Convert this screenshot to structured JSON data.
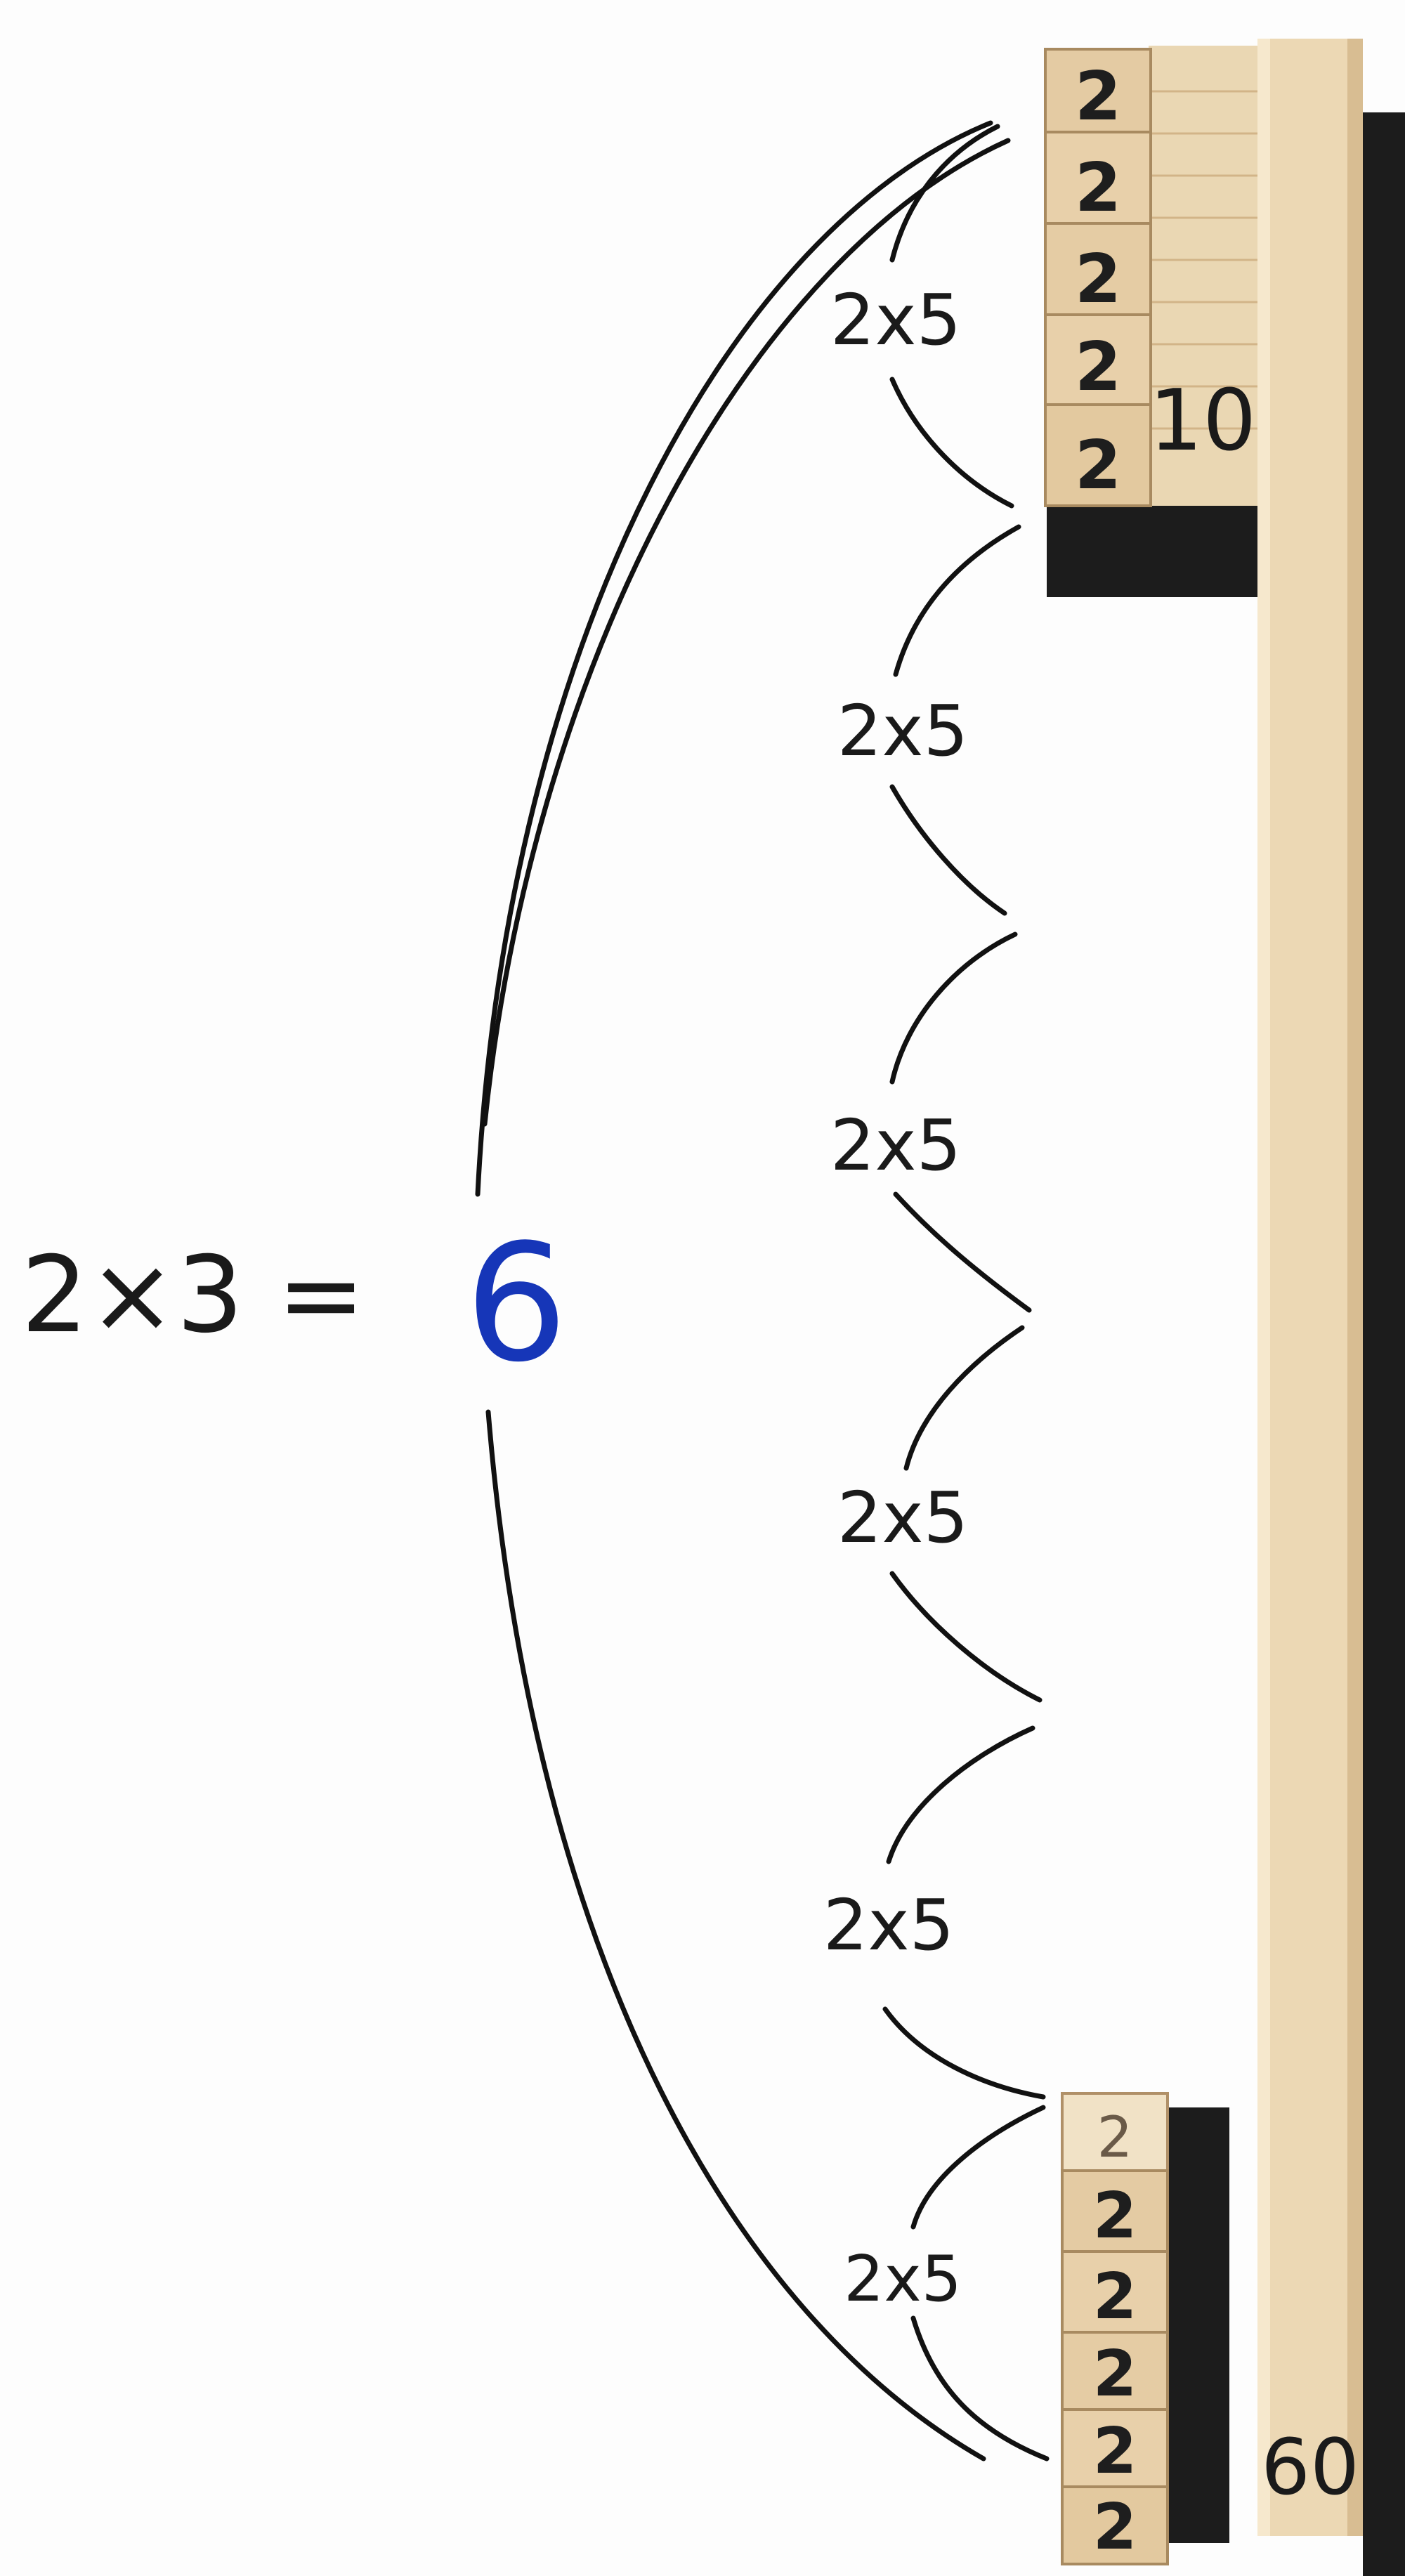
{
  "equation": {
    "left": "2×3 =",
    "result": "6",
    "result_color": "#1636b8"
  },
  "group_labels": [
    "2x5",
    "2x5",
    "2x5",
    "2x5",
    "2x5",
    "2x5"
  ],
  "top_stack": {
    "block_labels": [
      "2",
      "2",
      "2",
      "2",
      "2"
    ],
    "rod_label": "10"
  },
  "bottom_stack": {
    "block_labels": [
      "2",
      "2",
      "2",
      "2",
      "2",
      "2"
    ]
  },
  "long_rod_label": "60",
  "colors": {
    "ink": "#111111",
    "wood_light": "#efdcbc",
    "wood_mid": "#e3c99f",
    "wood_dark": "#c8a878",
    "shadow": "#1c1c1c"
  }
}
